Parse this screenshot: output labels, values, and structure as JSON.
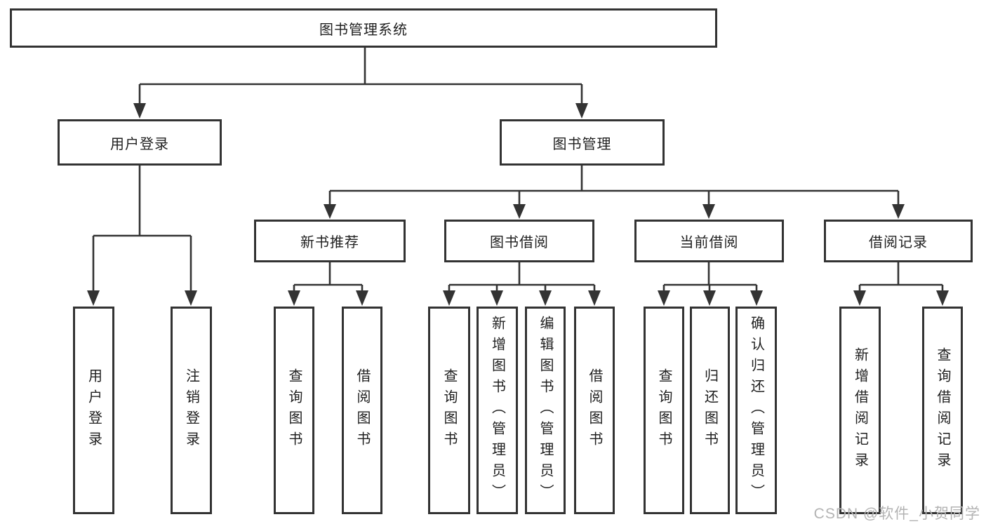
{
  "diagram": {
    "root": {
      "label": "图书管理系统"
    },
    "branches": [
      {
        "label": "用户登录",
        "children": [
          {
            "label": "用户登录"
          },
          {
            "label": "注销登录"
          }
        ]
      },
      {
        "label": "图书管理",
        "children": [
          {
            "label": "新书推荐",
            "children": [
              {
                "label": "查询图书"
              },
              {
                "label": "借阅图书"
              }
            ]
          },
          {
            "label": "图书借阅",
            "children": [
              {
                "label": "查询图书"
              },
              {
                "label": "新增图书（管理员）"
              },
              {
                "label": "编辑图书（管理员）"
              },
              {
                "label": "借阅图书"
              }
            ]
          },
          {
            "label": "当前借阅",
            "children": [
              {
                "label": "查询图书"
              },
              {
                "label": "归还图书"
              },
              {
                "label": "确认归还（管理员）"
              }
            ]
          },
          {
            "label": "借阅记录",
            "children": [
              {
                "label": "新增借阅记录"
              },
              {
                "label": "查询借阅记录"
              }
            ]
          }
        ]
      }
    ]
  },
  "watermark": {
    "text": "CSDN @软件_小贺同学"
  },
  "colors": {
    "line": "#333333",
    "text": "#1f1f1f",
    "watermark": "#b3b3b3",
    "background": "#ffffff"
  }
}
